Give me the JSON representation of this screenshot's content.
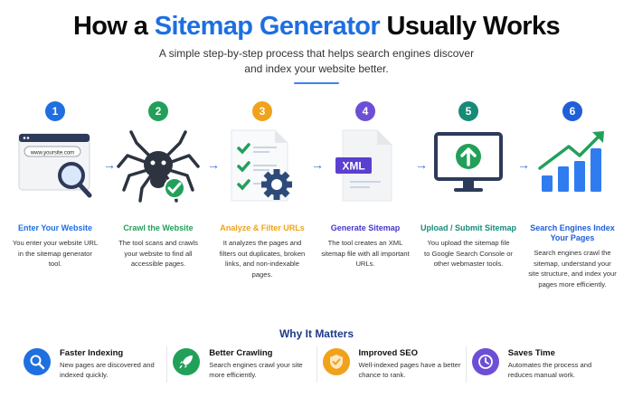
{
  "header": {
    "title_pre": "How a ",
    "title_accent": "Sitemap Generator",
    "title_post": " Usually Works",
    "subtitle": "A simple step-by-step process that helps search engines discover and index your website better."
  },
  "colors": {
    "accent": "#1d6fe0",
    "step1": "#1f6fe0",
    "step2": "#22a05a",
    "step3": "#f0a21a",
    "step4": "#6d4fd6",
    "step5": "#178a78",
    "step6": "#1f5fd8"
  },
  "steps": [
    {
      "number": "1",
      "title": "Enter Your Website",
      "desc": "You enter your website URL in the sitemap generator tool.",
      "url_text": "www.yoursite.com",
      "icon": "browser-search-icon"
    },
    {
      "number": "2",
      "title": "Crawl the Website",
      "desc": "The tool scans and crawls your website to find all accessible pages.",
      "icon": "spider-icon"
    },
    {
      "number": "3",
      "title": "Analyze & Filter URLs",
      "desc": "It analyzes the pages and filters out duplicates, broken links, and non-indexable pages.",
      "icon": "checklist-gear-icon"
    },
    {
      "number": "4",
      "title": "Generate Sitemap",
      "desc": "The tool creates an XML sitemap file with all important URLs.",
      "xml_label": "XML",
      "icon": "xml-file-icon"
    },
    {
      "number": "5",
      "title": "Upload / Submit Sitemap",
      "desc": "You upload the sitemap file to Google Search Console or other webmaster tools.",
      "icon": "monitor-upload-icon"
    },
    {
      "number": "6",
      "title": "Search Engines Index Your Pages",
      "desc": "Search engines crawl the sitemap, understand your site structure, and index your pages more efficiently.",
      "icon": "growth-chart-icon"
    }
  ],
  "arrow_glyph": "→",
  "why": {
    "title": "Why It Matters",
    "items": [
      {
        "title": "Faster Indexing",
        "desc": "New pages are discovered and indexed quickly.",
        "icon": "search-icon",
        "color": "#1f6fe0"
      },
      {
        "title": "Better Crawling",
        "desc": "Search engines crawl your site more efficiently.",
        "icon": "rocket-icon",
        "color": "#22a05a"
      },
      {
        "title": "Improved SEO",
        "desc": "Well-indexed pages have a better chance to rank.",
        "icon": "shield-check-icon",
        "color": "#f0a21a"
      },
      {
        "title": "Saves Time",
        "desc": "Automates the process and reduces manual work.",
        "icon": "clock-icon",
        "color": "#6d4fd6"
      }
    ]
  }
}
